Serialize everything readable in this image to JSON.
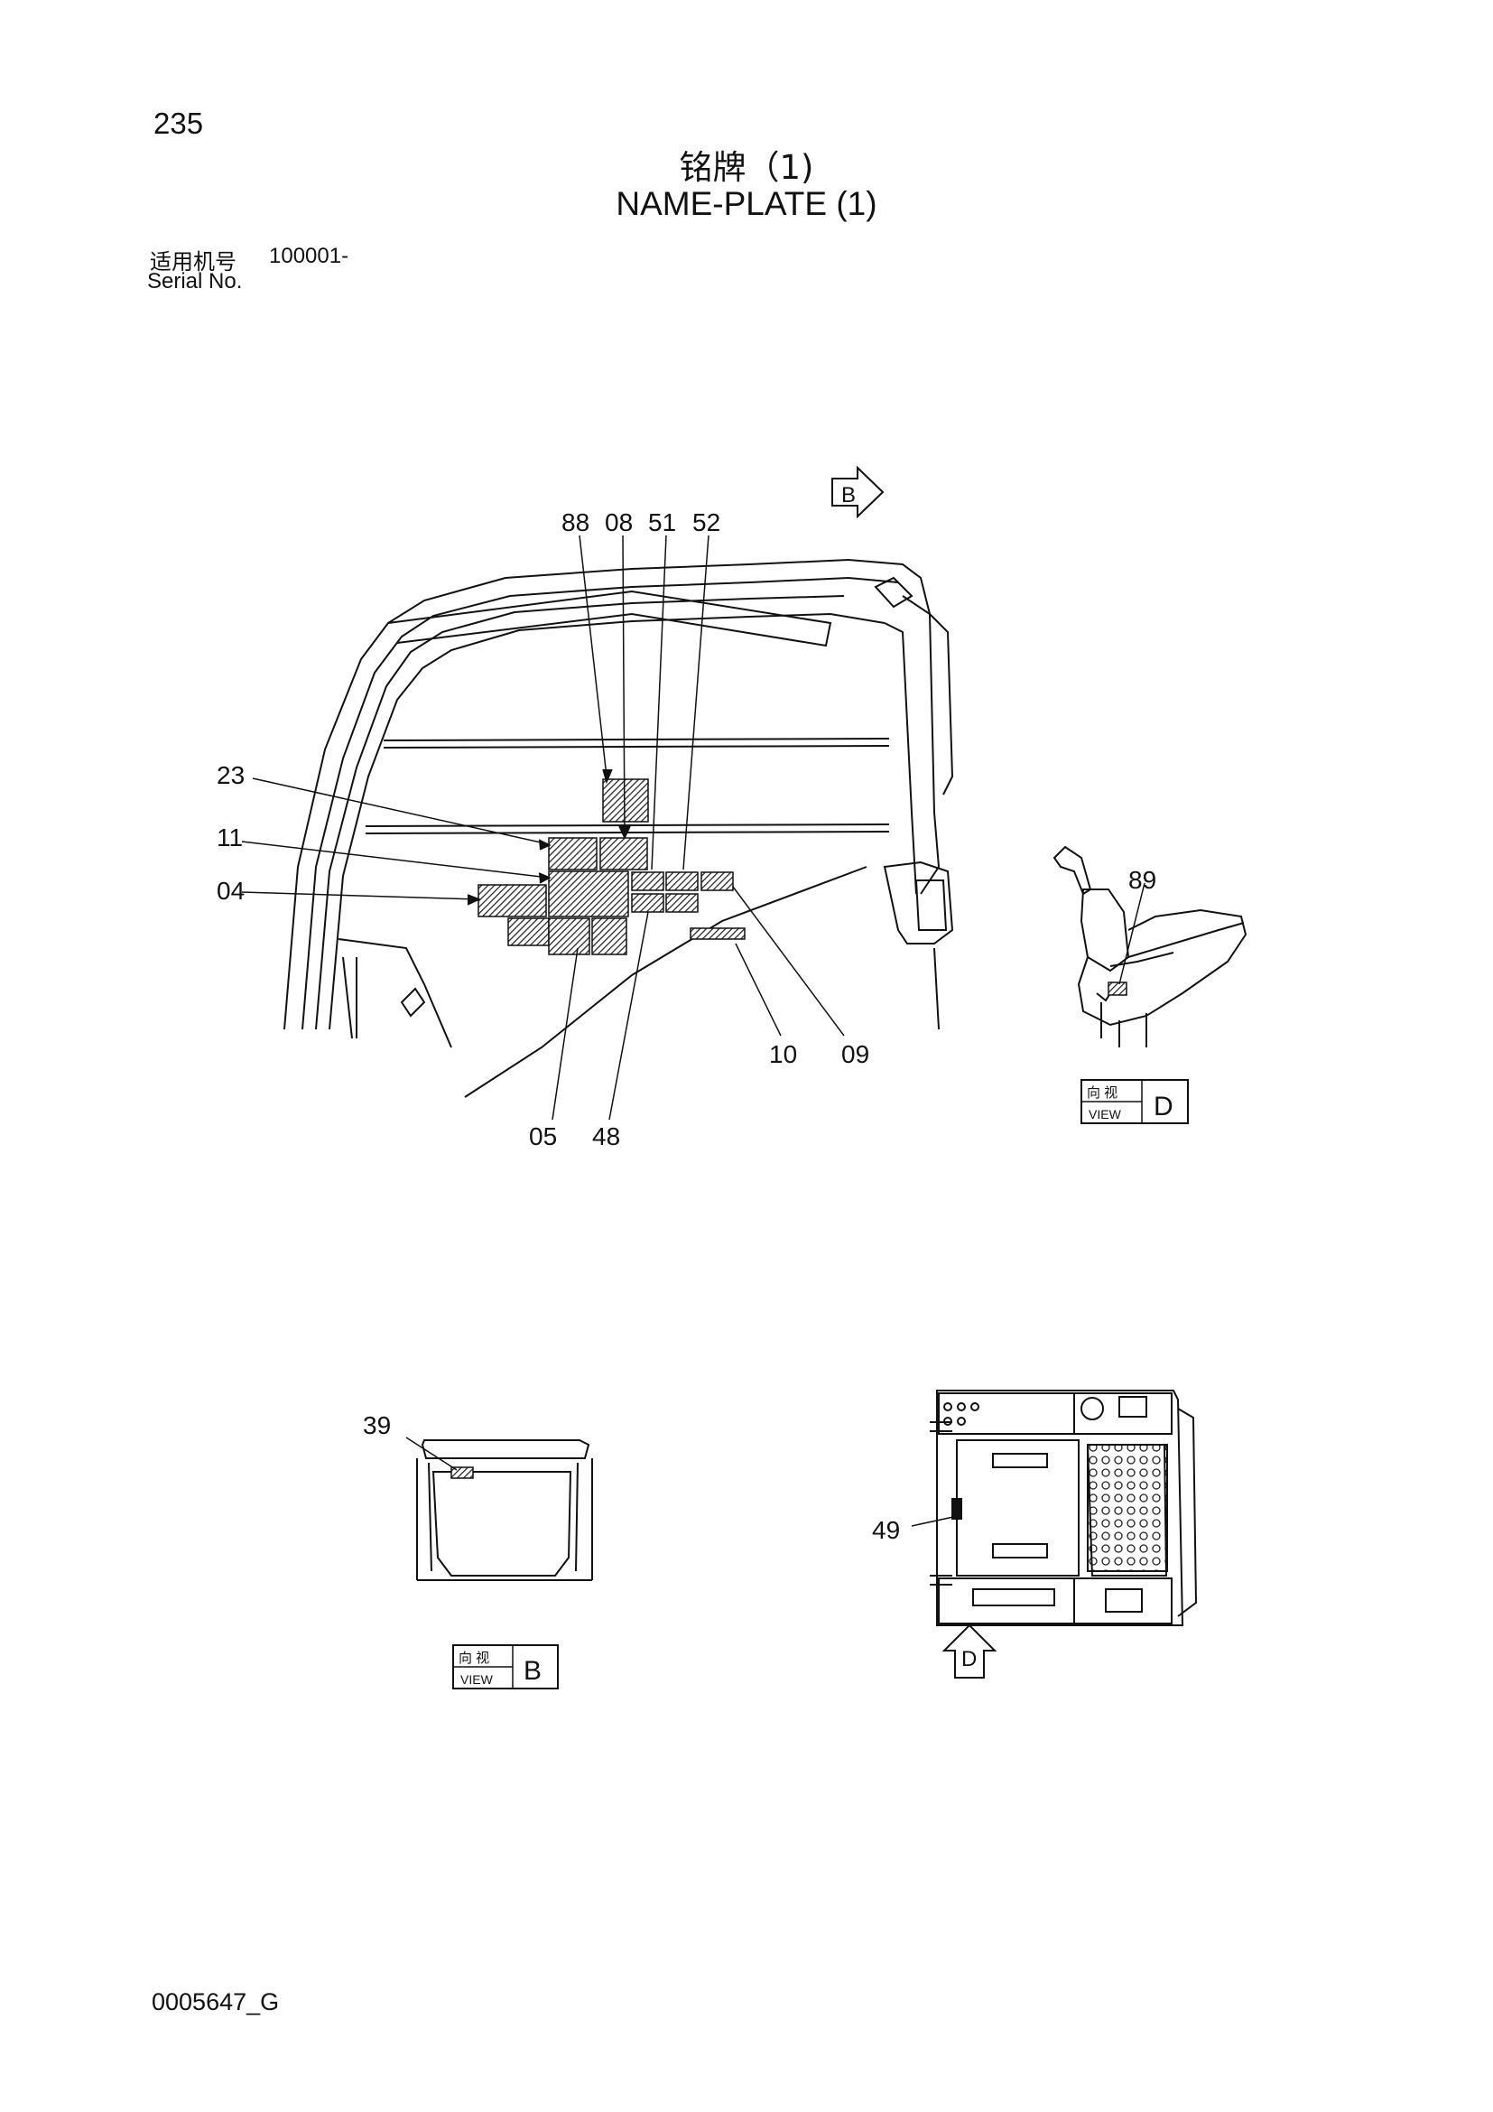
{
  "header": {
    "page_number": "235",
    "title_cn": "铭牌（1)",
    "title_en": "NAME-PLATE (1)",
    "serial_label_cn": "适用机号",
    "serial_value": "100001-",
    "serial_label_en": "Serial No."
  },
  "callouts": {
    "c88": "88",
    "c08": "08",
    "c51": "51",
    "c52": "52",
    "c23": "23",
    "c11": "11",
    "c04": "04",
    "c10": "10",
    "c09": "09",
    "c05": "05",
    "c48": "48",
    "c89": "89",
    "c39": "39",
    "c49": "49"
  },
  "view_markers": {
    "arrow_b": "B",
    "arrow_d": "D",
    "view_d_cn": "向 视",
    "view_d_en": "VIEW",
    "view_d_letter": "D",
    "view_b_cn": "向 视",
    "view_b_en": "VIEW",
    "view_b_letter": "B"
  },
  "footer": {
    "doc_code": "0005647_G"
  }
}
